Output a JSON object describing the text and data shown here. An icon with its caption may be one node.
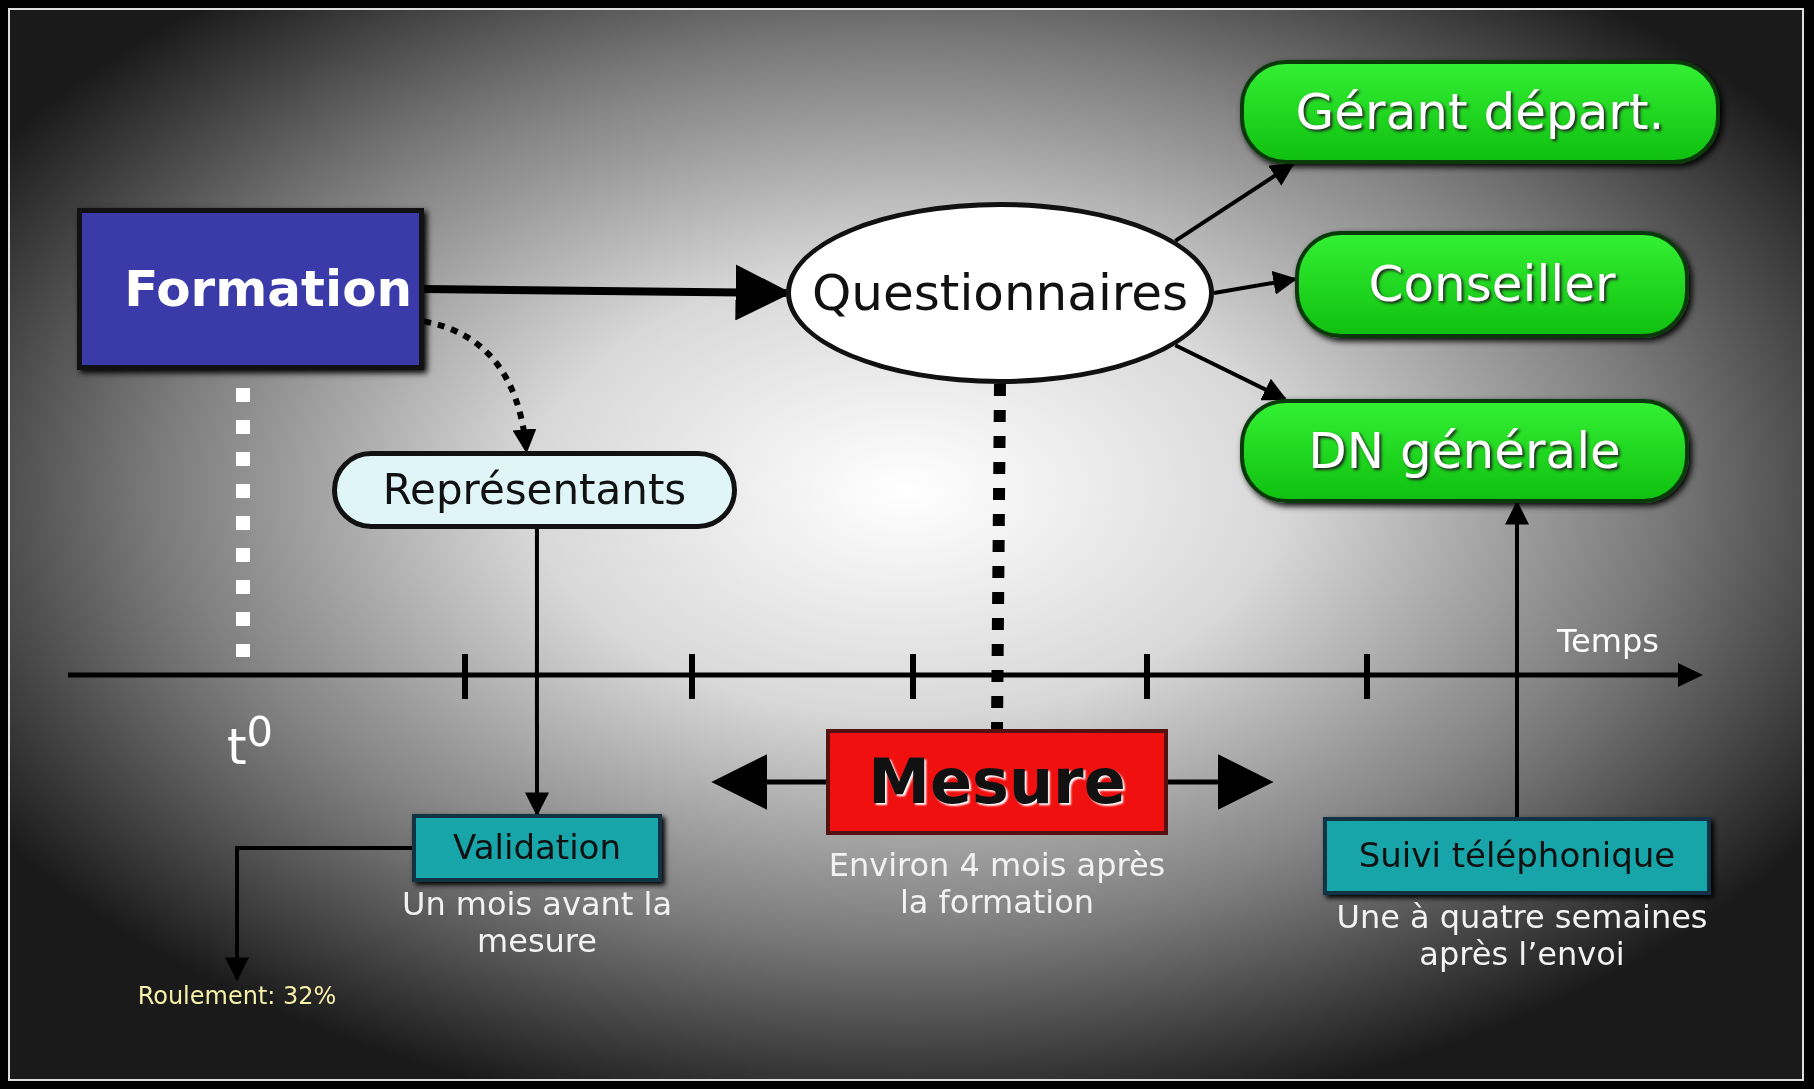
{
  "diagram": {
    "nodes": [
      {
        "text": [
          "Formation"
        ]
      },
      {
        "text": [
          "Questionnaires"
        ]
      },
      {
        "text": [
          "Gérant départ."
        ]
      },
      {
        "text": [
          "Conseiller"
        ]
      },
      {
        "text": [
          "DN générale"
        ]
      },
      {
        "text": [
          "Représentants"
        ]
      },
      {
        "text": [
          "Validation"
        ],
        "beside": [
          "Un mois avant la mesure"
        ]
      },
      {
        "text": [
          "Mesure"
        ],
        "beside": [
          "Environ 4 mois après la formation"
        ]
      },
      {
        "text": [
          "Suivi téléphonique"
        ],
        "beside": [
          "Une à quatre semaines après l’envoi"
        ]
      },
      {
        "text": [
          "Roulement: 32%"
        ]
      }
    ],
    "edges": [
      {
        "from": 0,
        "to": 1,
        "arrow": "to",
        "style": "thick"
      },
      {
        "from": 1,
        "to": 2,
        "arrow": "to"
      },
      {
        "from": 1,
        "to": 3,
        "arrow": "to"
      },
      {
        "from": 1,
        "to": 4,
        "arrow": "to"
      },
      {
        "from": 0,
        "to": 5,
        "arrow": "to",
        "style": "dashed"
      },
      {
        "from": 5,
        "to": 6,
        "arrow": "to"
      },
      {
        "from": 6,
        "to": 9,
        "arrow": "to"
      },
      {
        "from": 8,
        "to": 4,
        "arrow": "to"
      },
      {
        "from": 7,
        "to": null,
        "arrow": "to"
      },
      {
        "from": 7,
        "to": null,
        "arrow": "to"
      },
      {
        "from": 1,
        "to": 7,
        "arrow": "none",
        "style": "dashed"
      }
    ],
    "labels": [
      "Temps",
      "t$^{0}$"
    ]
  }
}
